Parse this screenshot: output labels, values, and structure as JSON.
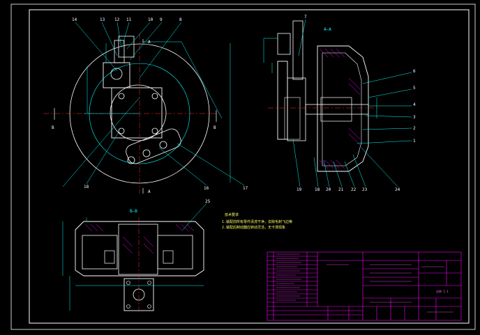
{
  "drawing": {
    "section_aa_label": "A—A",
    "section_bb_label": "B—B",
    "cut_label_b": "B",
    "cut_label_a": "A",
    "tech_req_title": "技术要求",
    "tech_req_lines": [
      "1.装配前所有零件清洗干净，去除毛刺飞边等",
      "2.装配后制动器应转动灵活，无卡滞现象"
    ],
    "scale_text": "比例 1:1",
    "part_balloons_left": [
      "14",
      "13",
      "12",
      "11",
      "10",
      "9",
      "8"
    ],
    "part_balloons_bottom_left": [
      "18",
      "16",
      "17"
    ],
    "part_balloons_right": [
      "6",
      "5",
      "4",
      "3",
      "2",
      "1"
    ],
    "part_balloons_bottom_right": [
      "19",
      "18",
      "20",
      "21",
      "22",
      "23",
      "24"
    ],
    "part_balloon_top": "7",
    "part_balloon_bb": "25",
    "colors": {
      "frame": "#ffffff",
      "outline": "#ffffff",
      "dimension": "#00ffff",
      "centerline": "#ff3333",
      "hatch": "#ff00ff",
      "title_block": "#ff00ff",
      "leader": "#00ffff"
    }
  }
}
